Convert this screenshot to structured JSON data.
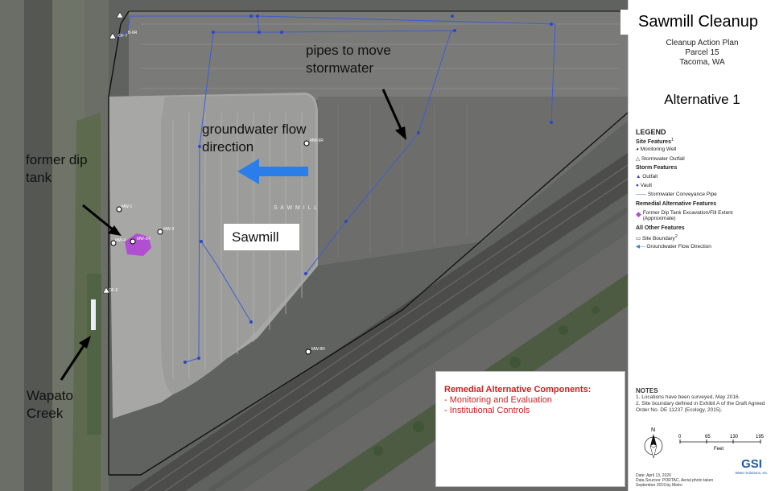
{
  "map": {
    "title": "Sawmill Cleanup",
    "road_labels": [
      "S A W M I L L"
    ],
    "well_labels": [
      "MW-1",
      "MW-3",
      "MW-4",
      "MW-2R",
      "MW-6R",
      "MW-8R",
      "OF-7",
      "OF-6",
      "B-6R"
    ],
    "callouts": {
      "pipes": "pipes to move stormwater",
      "groundwater": "groundwater flow direction",
      "dip_tank": "former dip tank",
      "sawmill": "Sawmill",
      "creek": "Wapato Creek"
    }
  },
  "panel": {
    "subtitle_lines": [
      "Cleanup Action Plan",
      "Parcel 15",
      "Tacoma, WA"
    ],
    "alternative": "Alternative 1",
    "legend": {
      "title": "LEGEND",
      "site_features": "Site Features",
      "monitoring_well": "Monitoring Well",
      "stormwater_outfall": "Stormwater Outfall",
      "storm_features": "Storm Features",
      "outfall": "Outfall",
      "vault": "Vault",
      "conveyance_pipe": "Stormwater Conveyance Pipe",
      "remedial_features": "Remedial Alternative Features",
      "dip_tank_extent": "Former Dip Tank Excavation/Fill Extent (Approximate)",
      "other_features": "All Other Features",
      "site_boundary": "Site Boundary",
      "flow_direction": "Groundwater Flow Direction"
    },
    "notes": {
      "title": "NOTES",
      "lines": [
        "1. Locations have been surveyed, May 2016.",
        "2. Site boundary defined in Exhibit A of the Draft Agreed Order No. DE 11237 (Ecology, 2015)."
      ]
    },
    "scale": {
      "ticks": [
        "0",
        "65",
        "130",
        "195"
      ],
      "unit": "Feet",
      "north": "N"
    },
    "footer": [
      "Date: April 13, 2020",
      "Data Sources: PORTAC, Aerial photo taken",
      "September 2019 by Metro"
    ],
    "logo": {
      "mark": "GSI",
      "name": "Water Solutions, Inc."
    }
  },
  "remedial": {
    "heading": "Remedial Alternative Components:",
    "items": [
      "Monitoring and Evaluation",
      "Institutional Controls"
    ]
  },
  "colors": {
    "pipe": "#3d5bd6",
    "flow_arrow": "#2b7de9",
    "dip_tank": "#b04fd1",
    "remedial_text": "#d21f1f",
    "boundary": "#111111"
  }
}
